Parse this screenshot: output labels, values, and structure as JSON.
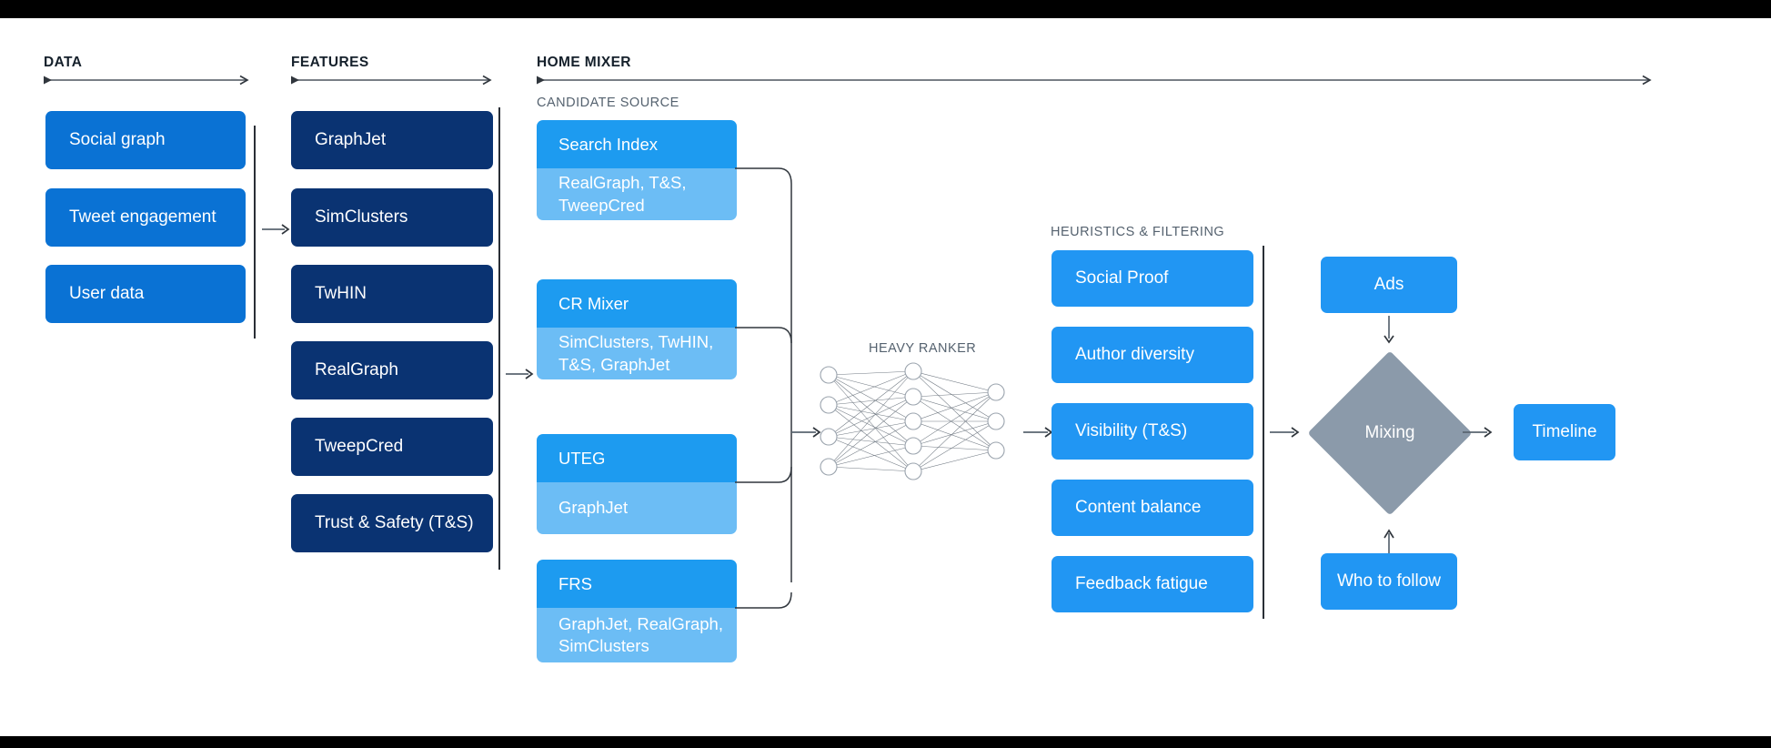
{
  "page": {
    "background": "#ffffff",
    "bar_color": "#000000"
  },
  "sections": [
    {
      "id": "data",
      "title": "DATA"
    },
    {
      "id": "features",
      "title": "FEATURES"
    },
    {
      "id": "mixer",
      "title": "HOME MIXER"
    }
  ],
  "sub_labels": {
    "candidate_source": "CANDIDATE SOURCE",
    "heavy_ranker": "HEAVY RANKER",
    "heuristics": "HEURISTICS & FILTERING"
  },
  "data_column": {
    "color": "#0a72d4",
    "cards": [
      {
        "label": "Social graph"
      },
      {
        "label": "Tweet engagement"
      },
      {
        "label": "User data"
      }
    ]
  },
  "features_column": {
    "color": "#0a3372",
    "cards": [
      {
        "label": "GraphJet"
      },
      {
        "label": "SimClusters"
      },
      {
        "label": "TwHIN"
      },
      {
        "label": "RealGraph"
      },
      {
        "label": "TweepCred"
      },
      {
        "label": "Trust & Safety (T&S)"
      }
    ]
  },
  "candidate_sources": {
    "header_color": "#1d9bf0",
    "body_color": "#6cbdf5",
    "cards": [
      {
        "title": "Search Index",
        "features": "RealGraph, T&S,\nTweepCred"
      },
      {
        "title": "CR Mixer",
        "features": "SimClusters, TwHIN,\nT&S, GraphJet"
      },
      {
        "title": "UTEG",
        "features": "GraphJet"
      },
      {
        "title": "FRS",
        "features": "GraphJet, RealGraph,\nSimClusters"
      }
    ]
  },
  "heavy_ranker": {
    "label": "HEAVY RANKER",
    "layers": [
      4,
      5,
      3
    ],
    "node_fill": "#ffffff",
    "node_stroke": "#9aa3ad",
    "edge_color": "#5a6570"
  },
  "heuristics_column": {
    "color": "#2196f3",
    "cards": [
      {
        "label": "Social Proof"
      },
      {
        "label": "Author diversity"
      },
      {
        "label": "Visibility (T&S)"
      },
      {
        "label": "Content balance"
      },
      {
        "label": "Feedback fatigue"
      }
    ]
  },
  "output_stage": {
    "ads": {
      "label": "Ads",
      "color": "#2196f3"
    },
    "mixing": {
      "label": "Mixing",
      "color": "#8b9aaa"
    },
    "who_to_follow": {
      "label": "Who to follow",
      "color": "#2196f3"
    },
    "timeline": {
      "label": "Timeline",
      "color": "#2196f3"
    }
  }
}
